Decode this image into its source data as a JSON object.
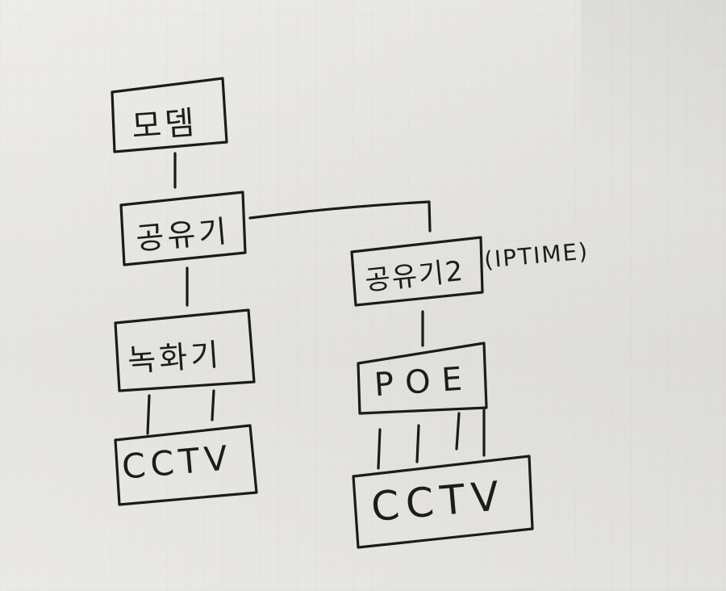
{
  "nodes": {
    "modem": "모뎀",
    "router1": "공유기",
    "router2": "공유기2",
    "router2_note": "(IPTIME)",
    "recorder": "녹화기",
    "poe": "POE",
    "cctv_left": "CCTV",
    "cctv_right": "CCTV"
  },
  "colors": {
    "paper": "#e7e6e2",
    "ink": "#1b1b1b"
  }
}
